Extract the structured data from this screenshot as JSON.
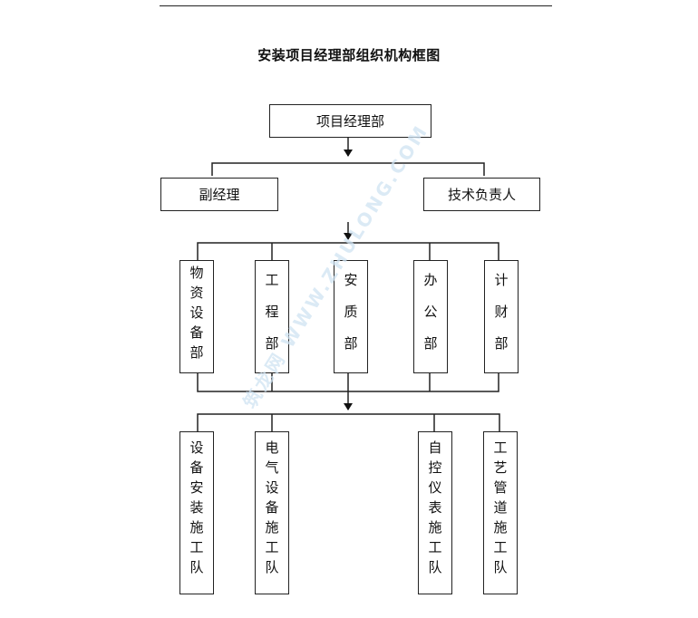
{
  "title": "安装项目经理部组织机构框图",
  "root": "项目经理部",
  "level2": [
    "副经理",
    "技术负责人"
  ],
  "departments": [
    "物资设备部",
    "工程部",
    "安质部",
    "办公部",
    "计财部"
  ],
  "teams": [
    "设备安装施工队",
    "电气设备施工队",
    "自控仪表施工队",
    "工艺管道施工队"
  ],
  "watermark": "筑龙网 WWW.ZHULONG.COM"
}
